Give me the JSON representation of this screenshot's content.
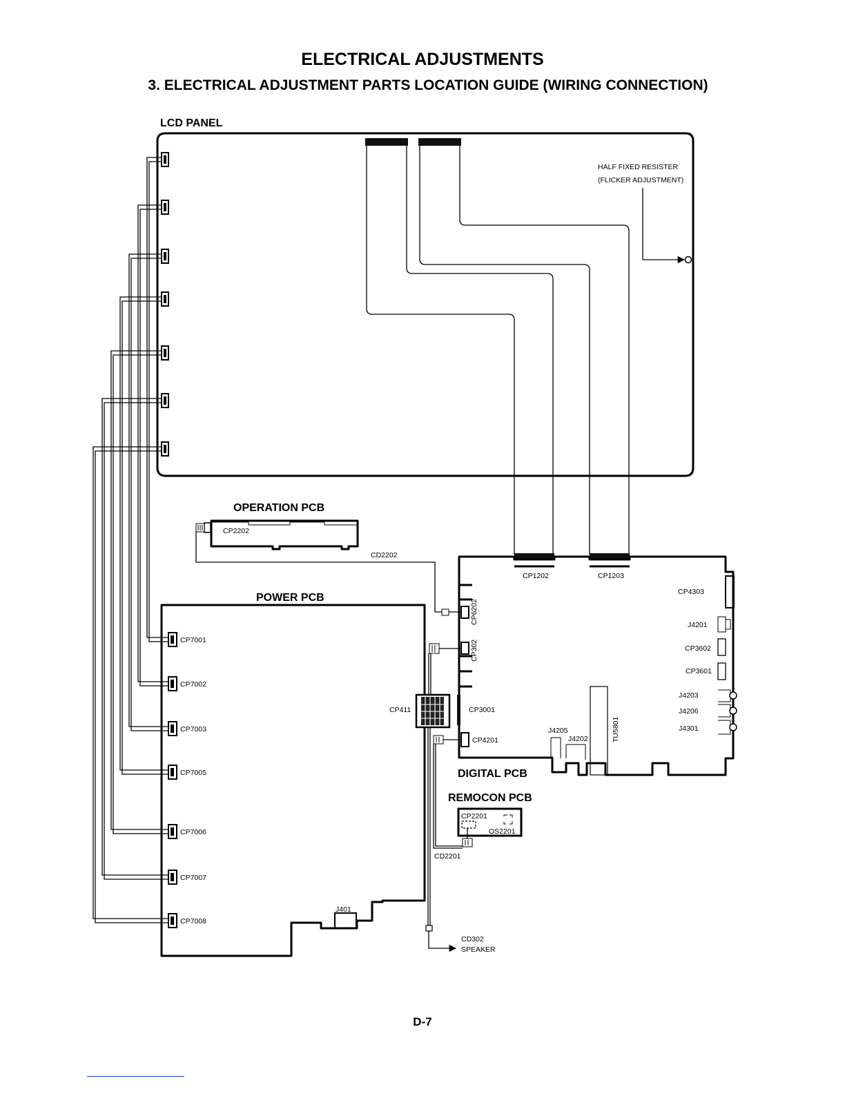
{
  "page": {
    "title": "ELECTRICAL ADJUSTMENTS",
    "subtitle": "3. ELECTRICAL ADJUSTMENT PARTS LOCATION GUIDE (WIRING CONNECTION)",
    "page_number": "D-7"
  },
  "boards": {
    "lcd_panel": "LCD PANEL",
    "operation_pcb": "OPERATION PCB",
    "power_pcb": "POWER PCB",
    "digital_pcb": "DIGITAL PCB",
    "remocon_pcb": "REMOCON PCB"
  },
  "annotation": {
    "line1": "HALF FIXED RESISTER",
    "line2": "(FLICKER ADJUSTMENT)"
  },
  "operation_labels": {
    "cp2202": "CP2202",
    "cd2202": "CD2202"
  },
  "power_connectors": [
    "CP7001",
    "CP7002",
    "CP7003",
    "CP7005",
    "CP7006",
    "CP7007",
    "CP7008"
  ],
  "power_labels": {
    "j401": "J401",
    "cp411": "CP411",
    "cd302": "CD302",
    "speaker": "SPEAKER"
  },
  "digital_labels": {
    "cp1202": "CP1202",
    "cp1203": "CP1203",
    "cp6202": "CP6202",
    "cp302": "CP302",
    "cp3001": "CP3001",
    "cp4201": "CP4201",
    "j4205": "J4205",
    "j4202": "J4202",
    "tu5801": "TU5801",
    "cp4303": "CP4303",
    "j4201": "J4201",
    "cp3602": "CP3602",
    "cp3601": "CP3601",
    "j4203": "J4203",
    "j4206": "J4206",
    "j4301": "J4301"
  },
  "remocon_labels": {
    "cp2201": "CP2201",
    "os2201": "OS2201",
    "cd2201": "CD2201"
  }
}
